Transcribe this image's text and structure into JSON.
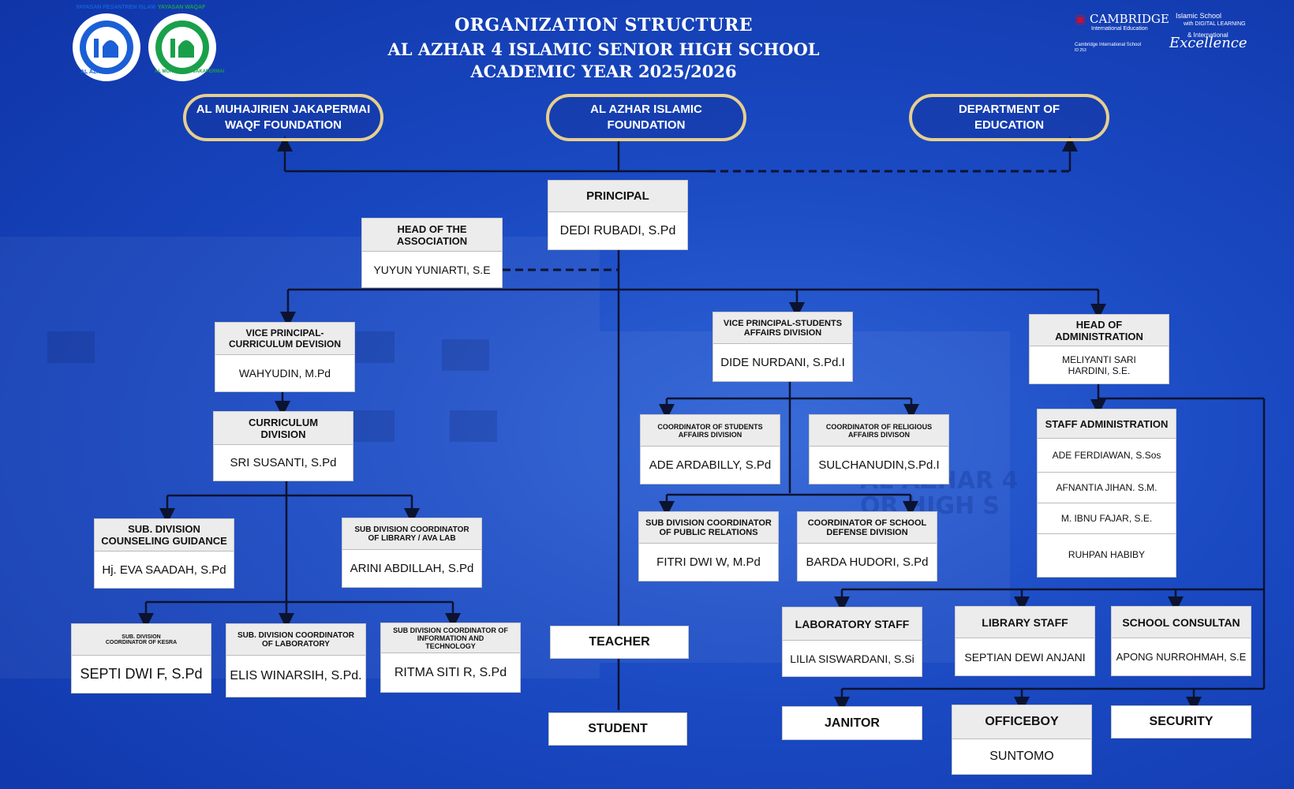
{
  "titles": {
    "line1": "ORGANIZATION STRUCTURE",
    "line2": "AL AZHAR 4 ISLAMIC SENIOR HIGH SCHOOL",
    "line3": "ACADEMIC YEAR 2025/2026"
  },
  "logos": {
    "left_ring": "YAYASAN PESANTREN ISLAM",
    "left_bottom": "AL AZHAR",
    "right_ring": "YAYASAN WAQAF",
    "right_bottom": "AL MUHAJIRIEN JAKAPERMAI",
    "cambridge_name": "CAMBRIDGE",
    "cambridge_sub": "International Education",
    "cambridge_school": "Cambridge International School",
    "cambridge_code": "ID 253",
    "excellence_1": "Islamic School",
    "excellence_2": "with DIGITAL LEARNING",
    "excellence_3": "& International",
    "excellence_4": "Excellence"
  },
  "foundations": {
    "muhajirien": [
      "AL MUHAJIRIEN JAKAPERMAI",
      "WAQF FOUNDATION"
    ],
    "alazhar": [
      "AL AZHAR ISLAMIC",
      "FOUNDATION"
    ],
    "education": [
      "DEPARTMENT OF",
      "EDUCATION"
    ]
  },
  "roles": {
    "principal": {
      "title": "PRINCIPAL",
      "name": "DEDI RUBADI, S.Pd"
    },
    "association": {
      "title": "HEAD OF THE ASSOCIATION",
      "name": "YUYUN YUNIARTI, S.E"
    },
    "vp_curriculum": {
      "title": "VICE PRINCIPAL- CURRICULUM DEVISION",
      "name": "WAHYUDIN, M.Pd"
    },
    "curriculum_div": {
      "title": "CURRICULUM DIVISION",
      "name": "SRI SUSANTI, S.Pd"
    },
    "counseling": {
      "title": "SUB. DIVISION COUNSELING GUIDANCE",
      "name": "Hj. EVA SAADAH, S.Pd"
    },
    "library_ava": {
      "title": "SUB DIVISION COORDINATOR OF LIBRARY / AVA LAB",
      "name": "ARINI ABDILLAH, S.Pd"
    },
    "kesra": {
      "title": "SUB. DIVISION COORDINATOR OF KESRA",
      "name": "SEPTI DWI F, S.Pd"
    },
    "laboratory": {
      "title": "SUB. DIVISION COORDINATOR OF LABORATORY",
      "name": "ELIS WINARSIH, S.Pd."
    },
    "info_tech": {
      "title": "SUB DIVISION COORDINATOR OF INFORMATION AND TECHNOLOGY",
      "name": "RITMA SITI R, S.Pd"
    },
    "vp_students": {
      "title": "VICE PRINCIPAL-STUDENTS AFFAIRS DIVISION",
      "name": "DIDE NURDANI, S.Pd.I"
    },
    "coord_students": {
      "title": "COORDINATOR OF STUDENTS AFFAIRS DIVISION",
      "name": "ADE ARDABILLY, S.Pd"
    },
    "coord_religious": {
      "title": "COORDINATOR OF RELIGIOUS AFFAIRS DIVISON",
      "name": "SULCHANUDIN,S.Pd.I"
    },
    "public_rel": {
      "title": "SUB DIVISION COORDINATOR OF PUBLIC RELATIONS",
      "name": "FITRI DWI W, M.Pd"
    },
    "defense": {
      "title": "COORDINATOR OF SCHOOL DEFENSE DIVISION",
      "name": "BARDA HUDORI, S.Pd"
    },
    "head_admin": {
      "title": "HEAD OF ADMINISTRATION",
      "name": "MELIYANTI SARI HARDINI, S.E."
    },
    "staff_admin": {
      "title": "STAFF ADMINISTRATION",
      "names": [
        "ADE FERDIAWAN, S.Sos",
        "AFNANTIA JIHAN. S.M.",
        "M. IBNU FAJAR, S.E.",
        "RUHPAN HABIBY"
      ]
    },
    "lab_staff": {
      "title": "LABORATORY STAFF",
      "name": "LILIA SISWARDANI, S.Si"
    },
    "lib_staff": {
      "title": "LIBRARY STAFF",
      "name": "SEPTIAN DEWI ANJANI"
    },
    "consultan": {
      "title": "SCHOOL CONSULTAN",
      "name": "APONG NURROHMAH, S.E"
    },
    "officeboy": {
      "title": "OFFICEBOY",
      "name": "SUNTOMO"
    }
  },
  "singles": {
    "teacher": "TEACHER",
    "student": "STUDENT",
    "janitor": "JANITOR",
    "security": "SECURITY"
  },
  "background_text": [
    "AL AZHAR 4",
    "OR HIGH S"
  ],
  "colors": {
    "background": "#1a49c2",
    "pill_border": "#e6cf8e",
    "header_gray": "#ececec"
  }
}
